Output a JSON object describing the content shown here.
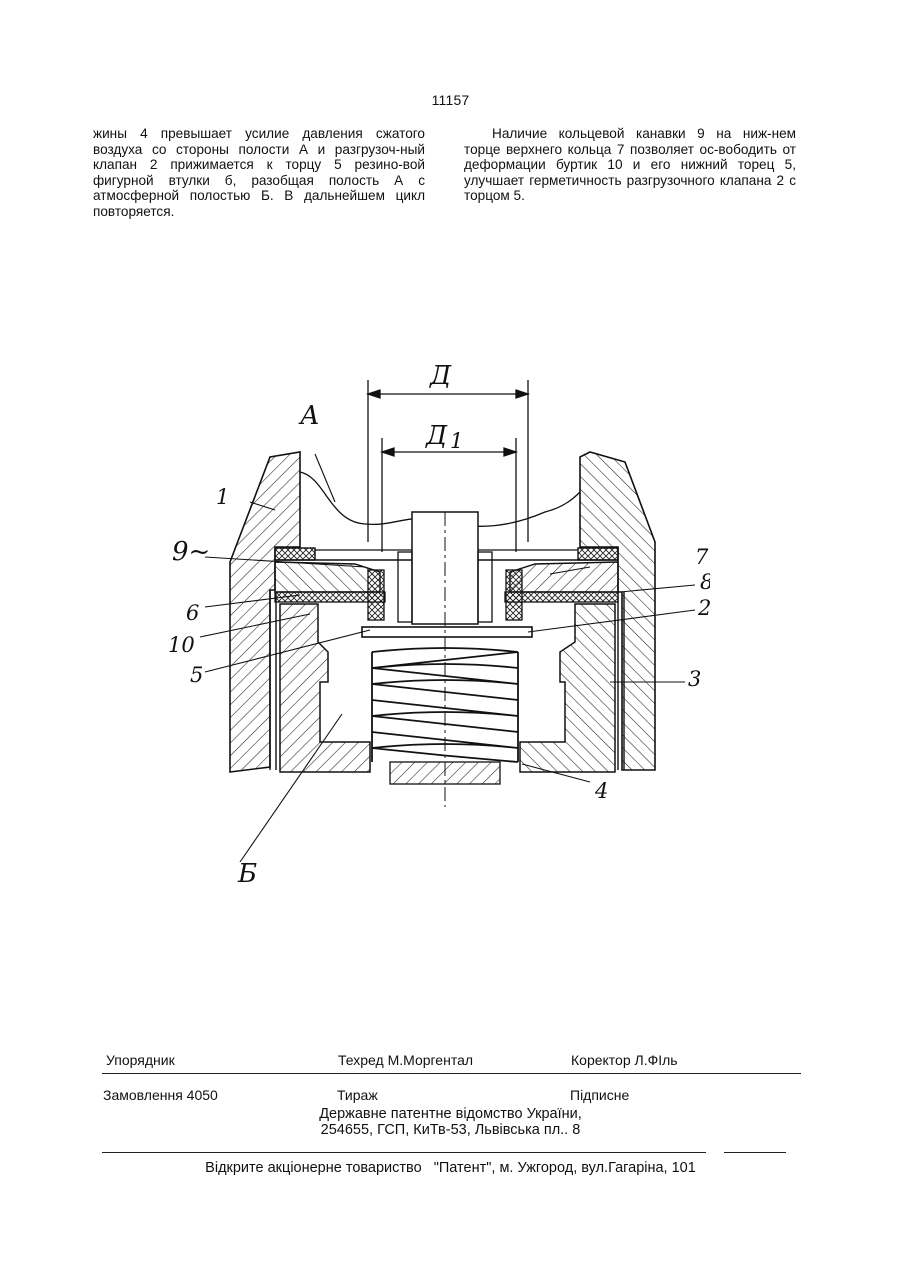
{
  "header": {
    "page_number": "11157"
  },
  "body": {
    "left_column": "жины 4 превышает усилие давления сжатого воздуха со стороны полости А и разгрузоч-ный клапан 2 прижимается к торцу 5 резино-вой фигурной втулки б, разобщая полость А с атмосферной полостью Б. В дальнейшем цикл повторяется.",
    "right_column": "Наличие кольцевой канавки 9 на ниж-нем торце верхнего кольца 7 позволяет ос-вободить от деформации буртик 10 и его нижний торец 5, улучшает герметичность разгрузочного клапана 2 с торцом 5."
  },
  "figure": {
    "labels": {
      "D": "Д",
      "D1": "Д",
      "D1_sub": "1",
      "A": "А",
      "B": "Б",
      "n1": "1",
      "n2": "2",
      "n3": "3",
      "n4": "4",
      "n5": "5",
      "n6": "6",
      "n7": "7",
      "n8": "8",
      "n9": "9~",
      "n10": "10"
    }
  },
  "imprint": {
    "compiler": "Упорядник",
    "techred": "Техред М.Моргентал",
    "corrector": "Коректор Л.ФІль",
    "order": "Замовлення 4050",
    "circulation": "Тираж",
    "subscription": "Підписне",
    "office_line1": "Державне патентне відомство України,",
    "office_line2": "254655, ГСП, КиТв-53, Львівська пл.. 8",
    "publisher": "Відкрите акціонерне товариство   \"Патент\", м. Ужгород, вул.Гагаріна, 101"
  }
}
